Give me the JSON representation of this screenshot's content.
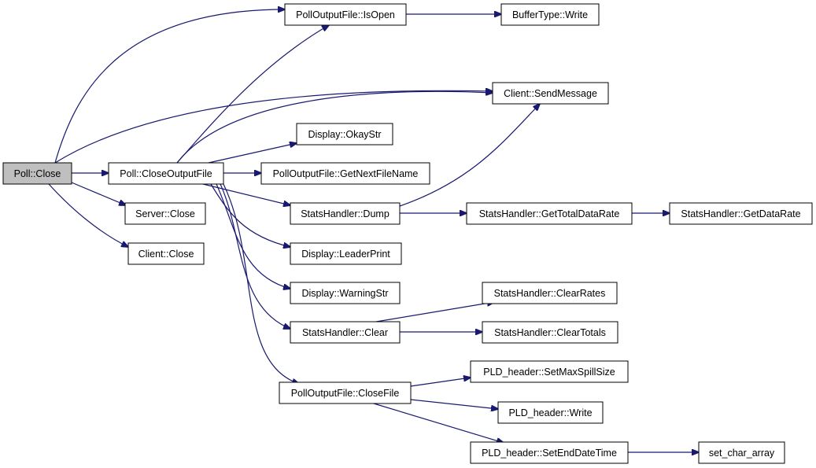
{
  "colors": {
    "edge": "#191970",
    "node_border": "#000000",
    "node_fill": "#ffffff",
    "root_fill": "#bfbfbf"
  },
  "nodes": [
    {
      "id": "poll-close",
      "label": "Poll::Close",
      "root": true
    },
    {
      "id": "poll-closeoutputfile",
      "label": "Poll::CloseOutputFile"
    },
    {
      "id": "server-close",
      "label": "Server::Close"
    },
    {
      "id": "client-close",
      "label": "Client::Close"
    },
    {
      "id": "polloutputfile-isopen",
      "label": "PollOutputFile::IsOpen"
    },
    {
      "id": "buffertype-write",
      "label": "BufferType::Write"
    },
    {
      "id": "client-sendmessage",
      "label": "Client::SendMessage"
    },
    {
      "id": "display-okaystr",
      "label": "Display::OkayStr"
    },
    {
      "id": "polloutputfile-getnextfilename",
      "label": "PollOutputFile::GetNextFileName"
    },
    {
      "id": "statshandler-dump",
      "label": "StatsHandler::Dump"
    },
    {
      "id": "statshandler-gettotaldatarate",
      "label": "StatsHandler::GetTotalDataRate"
    },
    {
      "id": "statshandler-getdatarate",
      "label": "StatsHandler::GetDataRate"
    },
    {
      "id": "display-leaderprint",
      "label": "Display::LeaderPrint"
    },
    {
      "id": "display-warningstr",
      "label": "Display::WarningStr"
    },
    {
      "id": "statshandler-clear",
      "label": "StatsHandler::Clear"
    },
    {
      "id": "statshandler-clearrates",
      "label": "StatsHandler::ClearRates"
    },
    {
      "id": "statshandler-cleartotals",
      "label": "StatsHandler::ClearTotals"
    },
    {
      "id": "polloutputfile-closefile",
      "label": "PollOutputFile::CloseFile"
    },
    {
      "id": "pld-header-setmaxspillsize",
      "label": "PLD_header::SetMaxSpillSize"
    },
    {
      "id": "pld-header-write",
      "label": "PLD_header::Write"
    },
    {
      "id": "pld-header-setenddatetime",
      "label": "PLD_header::SetEndDateTime"
    },
    {
      "id": "set-char-array",
      "label": "set_char_array"
    }
  ],
  "edges": [
    {
      "from": "poll-close",
      "to": "polloutputfile-isopen"
    },
    {
      "from": "poll-close",
      "to": "client-sendmessage"
    },
    {
      "from": "poll-close",
      "to": "poll-closeoutputfile"
    },
    {
      "from": "poll-close",
      "to": "server-close"
    },
    {
      "from": "poll-close",
      "to": "client-close"
    },
    {
      "from": "polloutputfile-isopen",
      "to": "buffertype-write"
    },
    {
      "from": "poll-closeoutputfile",
      "to": "polloutputfile-isopen"
    },
    {
      "from": "poll-closeoutputfile",
      "to": "client-sendmessage"
    },
    {
      "from": "poll-closeoutputfile",
      "to": "display-okaystr"
    },
    {
      "from": "poll-closeoutputfile",
      "to": "polloutputfile-getnextfilename"
    },
    {
      "from": "poll-closeoutputfile",
      "to": "statshandler-dump"
    },
    {
      "from": "poll-closeoutputfile",
      "to": "display-leaderprint"
    },
    {
      "from": "poll-closeoutputfile",
      "to": "display-warningstr"
    },
    {
      "from": "poll-closeoutputfile",
      "to": "statshandler-clear"
    },
    {
      "from": "poll-closeoutputfile",
      "to": "polloutputfile-closefile"
    },
    {
      "from": "statshandler-dump",
      "to": "client-sendmessage"
    },
    {
      "from": "statshandler-dump",
      "to": "statshandler-gettotaldatarate"
    },
    {
      "from": "statshandler-gettotaldatarate",
      "to": "statshandler-getdatarate"
    },
    {
      "from": "statshandler-clear",
      "to": "statshandler-clearrates"
    },
    {
      "from": "statshandler-clear",
      "to": "statshandler-cleartotals"
    },
    {
      "from": "polloutputfile-closefile",
      "to": "pld-header-setmaxspillsize"
    },
    {
      "from": "polloutputfile-closefile",
      "to": "pld-header-write"
    },
    {
      "from": "polloutputfile-closefile",
      "to": "pld-header-setenddatetime"
    },
    {
      "from": "pld-header-setenddatetime",
      "to": "set-char-array"
    }
  ]
}
